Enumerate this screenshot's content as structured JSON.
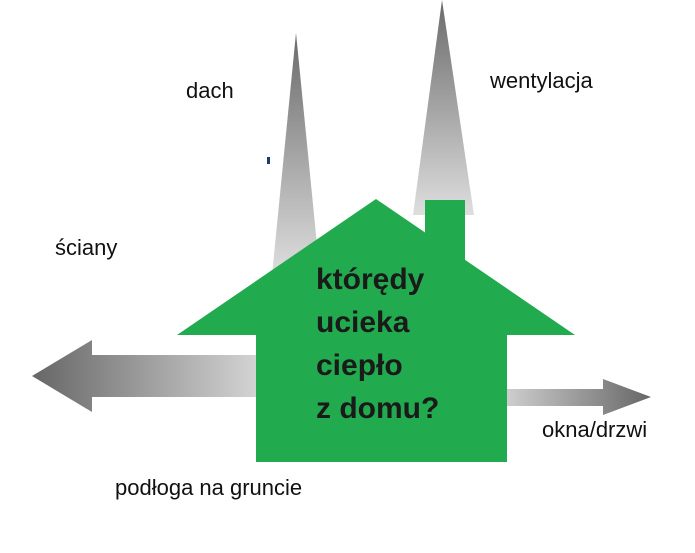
{
  "labels": {
    "dach": "dach",
    "wentylacja": "wentylacja",
    "sciany": "ściany",
    "podloga": "podłoga na gruncie",
    "okna_drzwi": "okna/drzwi"
  },
  "center_lines": [
    "którędy",
    "ucieka",
    "ciepło",
    "z domu?"
  ],
  "colors": {
    "house": "#22aa4e",
    "arrow_dark": "#707070",
    "arrow_light": "#d0d0d0"
  }
}
